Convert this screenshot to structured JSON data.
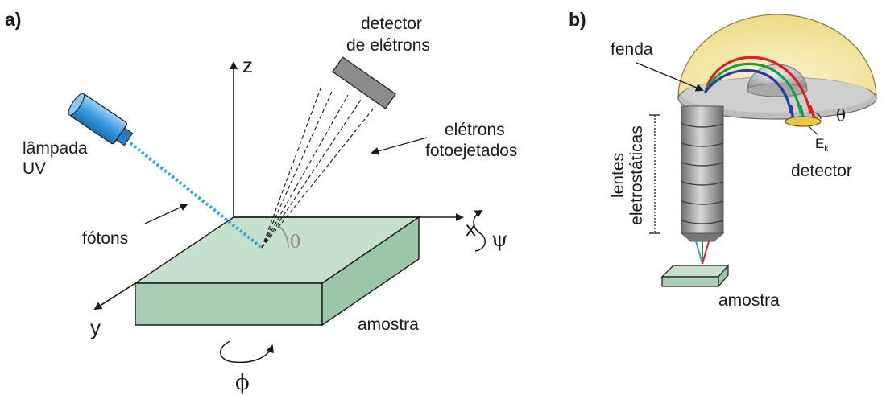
{
  "panel_a": {
    "tag": "a)",
    "axis_z": "z",
    "axis_x": "x",
    "axis_y": "y",
    "lamp_line1": "lâmpada",
    "lamp_line2": "UV",
    "photons": "fótons",
    "detector_line1": "detector",
    "detector_line2": "de elétrons",
    "electrons_line1": "elétrons",
    "electrons_line2": "fotoejetados",
    "sample": "amostra",
    "theta": "θ",
    "psi": "ψ",
    "phi": "ϕ"
  },
  "panel_b": {
    "tag": "b)",
    "slit": "fenda",
    "lenses_line1": "lentes",
    "lenses_line2": "eletrostáticas",
    "theta": "θ",
    "ek_main": "E",
    "ek_sub": "k",
    "detector": "detector",
    "sample": "amostra"
  },
  "colors": {
    "sample_top": "#c6e0ce",
    "sample_side": "#a9cdb5",
    "lamp_blue": "#3a9be0",
    "photon_beam": "#2fa8dc",
    "detector_gray": "#8c8c8c",
    "hemisphere": "#f6eaa6",
    "column_gray": "#9a9a9a",
    "ray_red": "#e02020",
    "ray_green": "#18a048",
    "ray_blue": "#2a3aa8"
  }
}
